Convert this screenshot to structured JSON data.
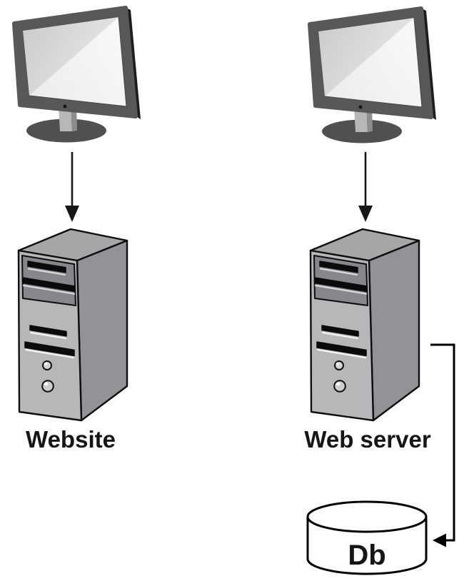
{
  "diagram": {
    "title": "",
    "nodes": {
      "website_client": {
        "icon": "monitor-icon",
        "label": ""
      },
      "webserver_client": {
        "icon": "monitor-icon",
        "label": ""
      },
      "website_server": {
        "icon": "server-tower-icon",
        "label": "Website"
      },
      "web_server": {
        "icon": "server-tower-icon",
        "label": "Web server"
      },
      "database": {
        "icon": "database-cylinder-icon",
        "label": "Db"
      }
    },
    "edges": [
      {
        "from": "website_client",
        "to": "website_server",
        "style": "straight-down-arrow"
      },
      {
        "from": "webserver_client",
        "to": "web_server",
        "style": "straight-down-arrow"
      },
      {
        "from": "web_server",
        "to": "database",
        "style": "elbow-arrow-right-down-left"
      }
    ],
    "colors": {
      "background": "#ffffff",
      "outline": "#0e0e0e",
      "arrow": "#161616",
      "label_text": "#161616",
      "monitor_frame": "#57585a",
      "monitor_edge_dark": "#1c1d1f",
      "monitor_screen_light": "#f3f4f4",
      "monitor_screen_shade": "#cbcdcf",
      "monitor_base": "#4f5052",
      "tower_front": "#b5b7b9",
      "tower_side": "#919396",
      "tower_top": "#a4a6a8",
      "tower_bay_panel": "#85878a",
      "tower_slot": "#0b0b0b",
      "db_fill": "#ffffff"
    }
  }
}
